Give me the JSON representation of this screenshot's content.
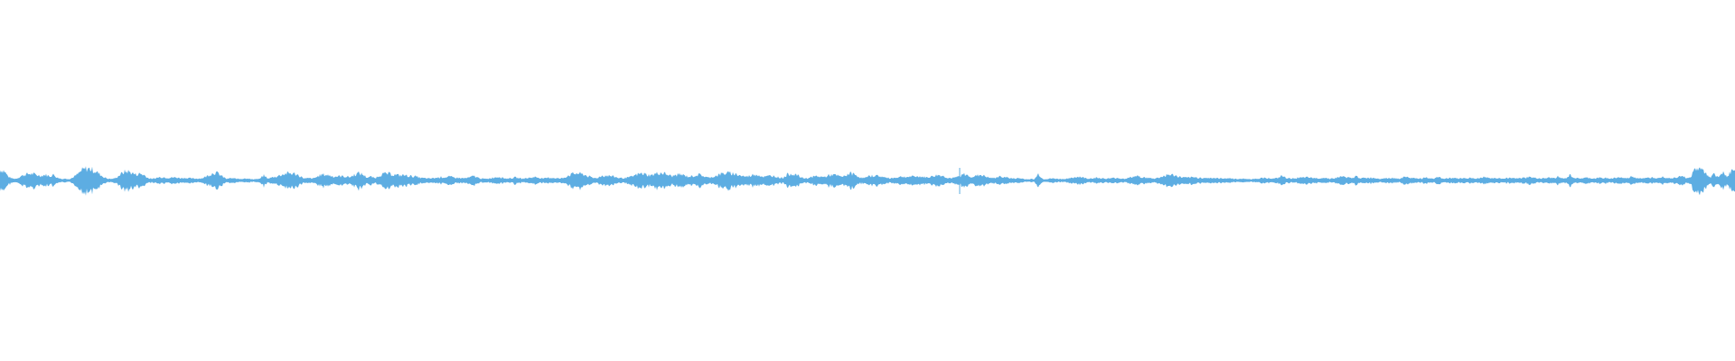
{
  "waveform": {
    "color": "#5dade2",
    "background": "#ffffff",
    "amplitude_envelope": [
      0.55,
      0.52,
      0.2,
      0.1,
      0.1,
      0.22,
      0.3,
      0.35,
      0.34,
      0.28,
      0.25,
      0.3,
      0.22,
      0.3,
      0.14,
      0.08,
      0.1,
      0.08,
      0.2,
      0.35,
      0.55,
      0.62,
      0.6,
      0.5,
      0.36,
      0.2,
      0.1,
      0.08,
      0.12,
      0.28,
      0.44,
      0.48,
      0.4,
      0.3,
      0.36,
      0.28,
      0.12,
      0.08,
      0.14,
      0.18,
      0.16,
      0.14,
      0.16,
      0.15,
      0.12,
      0.14,
      0.12,
      0.1,
      0.1,
      0.12,
      0.2,
      0.32,
      0.42,
      0.36,
      0.2,
      0.08,
      0.12,
      0.1,
      0.08,
      0.1,
      0.12,
      0.06,
      0.08,
      0.08,
      0.26,
      0.1,
      0.16,
      0.2,
      0.28,
      0.34,
      0.38,
      0.36,
      0.32,
      0.2,
      0.1,
      0.12,
      0.1,
      0.2,
      0.3,
      0.3,
      0.26,
      0.2,
      0.22,
      0.22,
      0.2,
      0.18,
      0.3,
      0.38,
      0.32,
      0.16,
      0.2,
      0.12,
      0.26,
      0.34,
      0.36,
      0.32,
      0.3,
      0.26,
      0.28,
      0.24,
      0.22,
      0.2,
      0.14,
      0.12,
      0.1,
      0.12,
      0.14,
      0.18,
      0.16,
      0.2,
      0.16,
      0.14,
      0.12,
      0.12,
      0.16,
      0.24,
      0.14,
      0.1,
      0.08,
      0.12,
      0.16,
      0.2,
      0.14,
      0.1,
      0.12,
      0.16,
      0.12,
      0.1,
      0.12,
      0.16,
      0.18,
      0.14,
      0.1,
      0.14,
      0.14,
      0.12,
      0.1,
      0.16,
      0.28,
      0.34,
      0.38,
      0.34,
      0.28,
      0.2,
      0.12,
      0.14,
      0.24,
      0.26,
      0.24,
      0.2,
      0.14,
      0.12,
      0.14,
      0.18,
      0.26,
      0.34,
      0.36,
      0.3,
      0.26,
      0.34,
      0.4,
      0.38,
      0.3,
      0.22,
      0.28,
      0.32,
      0.26,
      0.2,
      0.22,
      0.28,
      0.3,
      0.2,
      0.14,
      0.2,
      0.26,
      0.34,
      0.38,
      0.38,
      0.36,
      0.3,
      0.24,
      0.2,
      0.24,
      0.32,
      0.3,
      0.2,
      0.2,
      0.26,
      0.22,
      0.16,
      0.14,
      0.3,
      0.36,
      0.32,
      0.2,
      0.12,
      0.12,
      0.18,
      0.22,
      0.2,
      0.18,
      0.26,
      0.3,
      0.26,
      0.2,
      0.22,
      0.38,
      0.34,
      0.24,
      0.14,
      0.14,
      0.22,
      0.26,
      0.24,
      0.2,
      0.14,
      0.12,
      0.14,
      0.18,
      0.2,
      0.18,
      0.2,
      0.2,
      0.22,
      0.18,
      0.16,
      0.2,
      0.26,
      0.28,
      0.22,
      0.14,
      0.12,
      0.16,
      0.24,
      0.32,
      0.24,
      0.2,
      0.24,
      0.3,
      0.22,
      0.14,
      0.12,
      0.18,
      0.2,
      0.18,
      0.12,
      0.1,
      0.12,
      0.1,
      0.06,
      0.08,
      0.06,
      0.35,
      0.08,
      0.08,
      0.1,
      0.1,
      0.08,
      0.08,
      0.1,
      0.12,
      0.18,
      0.2,
      0.14,
      0.1,
      0.12,
      0.14,
      0.12,
      0.1,
      0.1,
      0.12,
      0.14,
      0.1,
      0.1,
      0.14,
      0.2,
      0.22,
      0.18,
      0.14,
      0.12,
      0.1,
      0.14,
      0.2,
      0.28,
      0.3,
      0.26,
      0.2,
      0.16,
      0.14,
      0.16,
      0.16,
      0.14,
      0.14,
      0.12,
      0.14,
      0.12,
      0.1,
      0.12,
      0.12,
      0.1,
      0.08,
      0.08,
      0.1,
      0.06,
      0.08,
      0.1,
      0.12,
      0.14,
      0.12,
      0.1,
      0.12,
      0.24,
      0.14,
      0.1,
      0.12,
      0.14,
      0.14,
      0.16,
      0.14,
      0.12,
      0.12,
      0.14,
      0.12,
      0.1,
      0.12,
      0.18,
      0.2,
      0.16,
      0.1,
      0.22,
      0.14,
      0.12,
      0.14,
      0.14,
      0.12,
      0.1,
      0.12,
      0.14,
      0.12,
      0.1,
      0.12,
      0.2,
      0.14,
      0.12,
      0.12,
      0.1,
      0.14,
      0.12,
      0.1,
      0.18,
      0.1,
      0.12,
      0.12,
      0.14,
      0.1,
      0.12,
      0.14,
      0.12,
      0.1,
      0.12,
      0.2,
      0.14,
      0.12,
      0.12,
      0.1,
      0.14,
      0.12,
      0.12,
      0.1,
      0.12,
      0.14,
      0.18,
      0.14,
      0.12,
      0.1,
      0.12,
      0.14,
      0.12,
      0.2,
      0.1,
      0.12,
      0.28,
      0.14,
      0.1,
      0.12,
      0.14,
      0.12,
      0.1,
      0.14,
      0.12,
      0.14,
      0.1,
      0.14,
      0.16,
      0.12,
      0.12,
      0.22,
      0.14,
      0.12,
      0.1,
      0.14,
      0.16,
      0.14,
      0.2,
      0.18,
      0.14,
      0.12,
      0.2,
      0.28,
      0.14,
      0.12,
      0.5,
      0.62,
      0.56,
      0.4,
      0.14,
      0.34,
      0.14,
      0.48,
      0.2,
      0.46,
      0.52
    ]
  }
}
